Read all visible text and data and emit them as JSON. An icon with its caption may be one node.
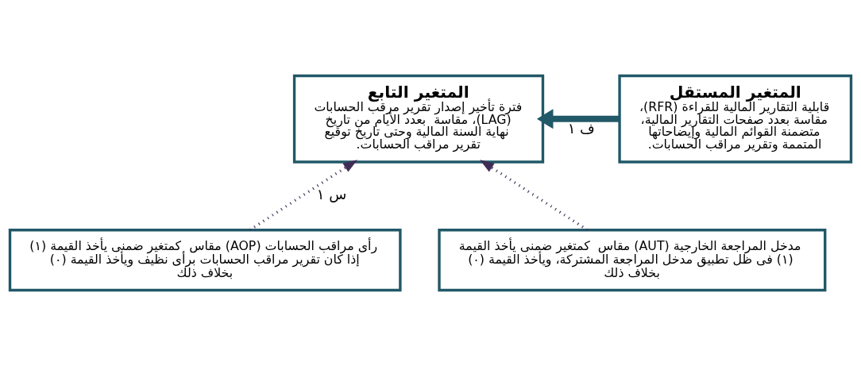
{
  "diagram": {
    "nodes": [
      {
        "text": [
          "المتغير التابع",
          "فترة تأخير إصدار تقرير مرقب الحسابات (LAG)، مقاسة  بعدد الأيام من تاريخ نهاية السنة المالية وحتى تاريخ توقيع تقرير مراقب الحسابات."
        ]
      },
      {
        "text": [
          "المتغير المستقل",
          "قابلية التقارير المالية للقراءة (RFR)، مقاسة بعدد صفحات التقارير المالية، متضمنة القوائم المالية وإيضاحاتها المتممة وتقرير مراقب الحسابات."
        ]
      },
      {
        "text": [
          "رأى مراقب الحسابات (AOP) مقاس  كمتغير ضمنى يأخذ القيمة (١) إذا كان تقرير مراقب الحسابات برأى نظيف ويأخذ القيمة (٠) بخلاف ذلك"
        ]
      },
      {
        "text": [
          "مدخل المراجعة الخارجية (AUT) مقاس  كمتغير ضمنى يأخذ القيمة (١) فى ظل تطبيق مدخل المراجعة المشتركة، ويأخذ القيمة (٠) بخلاف ذلك"
        ]
      }
    ],
    "edges": [
      {
        "from": 1,
        "to": 0,
        "arrow": "to",
        "label": "ف ١",
        "style": "thick"
      },
      {
        "from": 2,
        "to": 0,
        "arrow": "to",
        "label": "س ١",
        "style": "dashed",
        "color": "#3f2d56"
      },
      {
        "from": 3,
        "to": 0,
        "arrow": "to",
        "style": "dashed",
        "color": "#3f2d56"
      }
    ]
  }
}
